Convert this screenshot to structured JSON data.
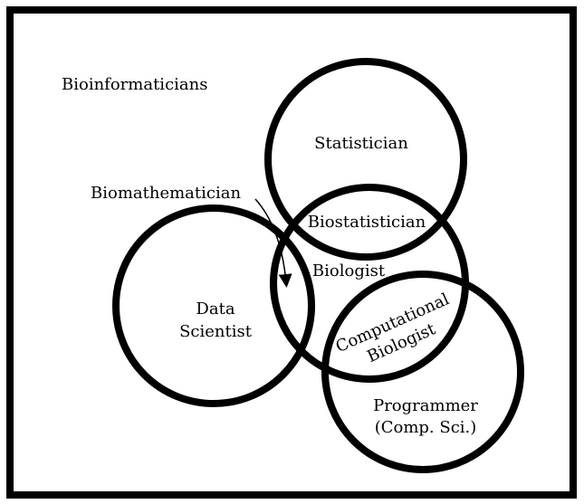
{
  "diagram": {
    "outer_group_label": "Bioinformaticians",
    "circles": {
      "statistician": "Statistician",
      "biologist": "Biologist",
      "data_scientist_line1": "Data",
      "data_scientist_line2": "Scientist",
      "programmer_line1": "Programmer",
      "programmer_line2": "(Comp. Sci.)"
    },
    "overlaps": {
      "biostatistician": "Biostatistician",
      "biomathematician": "Biomathematician",
      "computational_biologist_line1": "Computational",
      "computational_biologist_line2": "Biologist"
    },
    "colors": {
      "stroke": "#000000",
      "background": "#ffffff"
    }
  }
}
